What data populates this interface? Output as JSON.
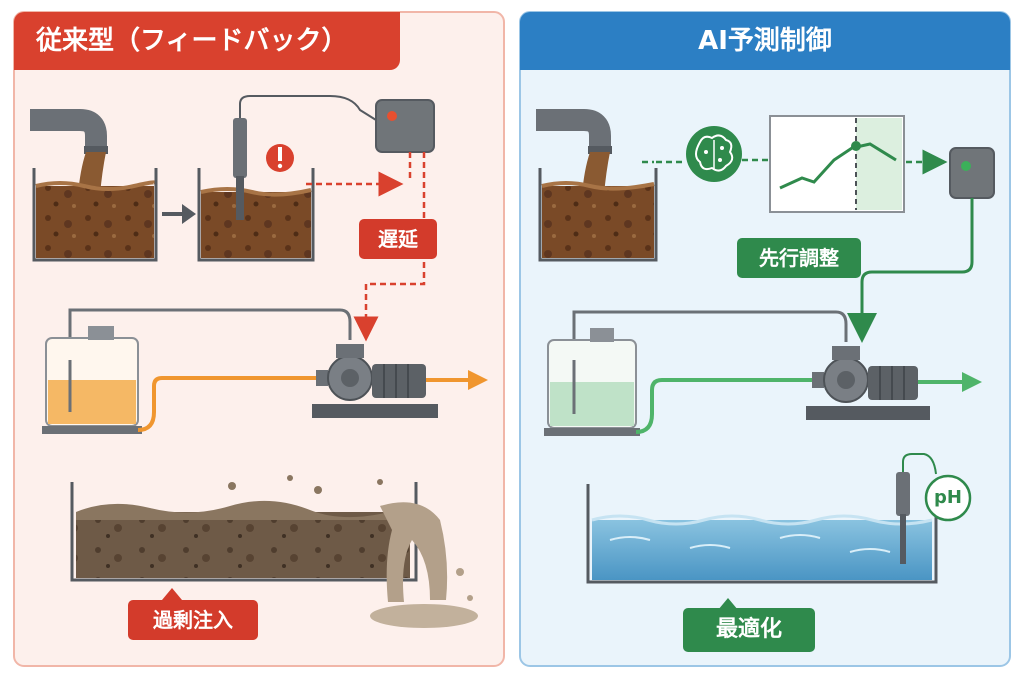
{
  "left_panel": {
    "title": "従来型（フィードバック）"
  },
  "right_panel": {
    "title": "AI予測制御"
  },
  "tags": {
    "delay": "遅延",
    "over_injection": "過剰注入",
    "ahead_adjust": "先行調整",
    "optimized": "最適化"
  },
  "sensor_label": "pH",
  "colors": {
    "red_accent": "#d9412e",
    "blue_accent": "#2c7fc4",
    "green_accent": "#2f8a4c",
    "orange_line": "#f0962f",
    "left_bg": "#fdf0ec",
    "right_bg": "#eaf4fb"
  },
  "icons": [
    "pipe-icon",
    "tank-icon",
    "probe-icon",
    "warning-icon",
    "controller-icon",
    "chemical-tank-icon",
    "pump-icon",
    "ai-brain-icon",
    "forecast-chart-icon",
    "ph-sensor-icon"
  ]
}
